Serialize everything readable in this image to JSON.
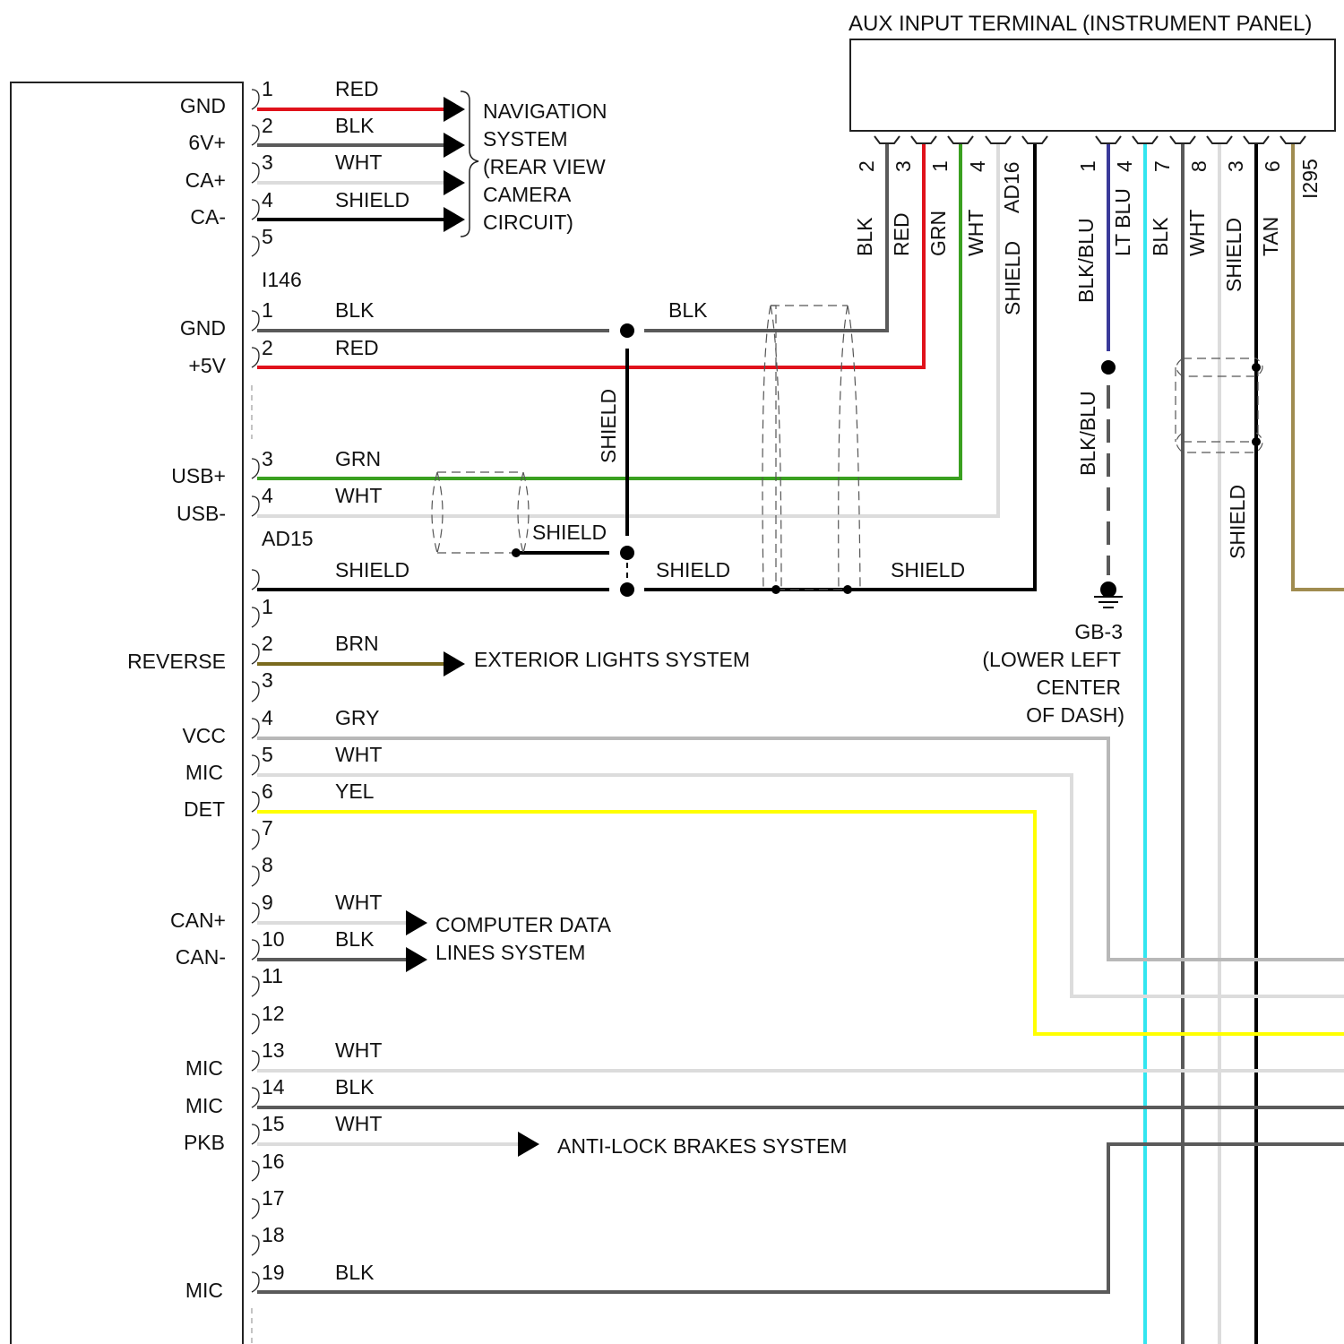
{
  "colors": {
    "RED": "#e0121b",
    "BLK": "#000000",
    "BLKMID": "#5a5a5a",
    "WHT": "#dcdcdc",
    "GRN": "#3aa020",
    "GRY": "#b8b8b8",
    "YEL": "#ffff00",
    "BRN": "#7a6a1e",
    "BLKBLU": "#3a3a9a",
    "LTBLU": "#33e6f0",
    "TAN": "#a08c50"
  },
  "icons": {
    "arrow": "arrow-head-icon",
    "ground": "ground-symbol-icon",
    "splice": "splice-dot-icon"
  },
  "aux": {
    "title": "AUX INPUT TERMINAL (INSTRUMENT PANEL)",
    "conn_left": "AD16",
    "conn_right": "I295",
    "wires": [
      {
        "pin": "2",
        "color": "BLK"
      },
      {
        "pin": "3",
        "color": "RED"
      },
      {
        "pin": "1",
        "color": "GRN"
      },
      {
        "pin": "4",
        "color": "WHT"
      },
      {
        "pin": "",
        "color": "SHIELD"
      },
      {
        "pin": "1",
        "color": "BLK/BLU"
      },
      {
        "pin": "4",
        "color": "LT BLU"
      },
      {
        "pin": "7",
        "color": "BLK"
      },
      {
        "pin": "8",
        "color": "WHT"
      },
      {
        "pin": "3",
        "color": "SHIELD"
      },
      {
        "pin": "6",
        "color": "TAN"
      }
    ]
  },
  "left_labels": [
    "GND",
    "6V+",
    "CA+",
    "CA-",
    "GND",
    "+5V",
    "USB+",
    "USB-",
    "REVERSE",
    "VCC",
    "MIC",
    "DET",
    "CAN+",
    "CAN-",
    "MIC",
    "MIC",
    "PKB",
    "MIC"
  ],
  "connectors": {
    "top": "I146",
    "mid": "AD15"
  },
  "top_pins": [
    {
      "pin": "1",
      "color": "RED"
    },
    {
      "pin": "2",
      "color": "BLK"
    },
    {
      "pin": "3",
      "color": "WHT"
    },
    {
      "pin": "4",
      "color": "SHIELD"
    },
    {
      "pin": "5",
      "color": ""
    }
  ],
  "nav_system": [
    "NAVIGATION",
    "SYSTEM",
    "(REAR VIEW",
    "CAMERA",
    "CIRCUIT)"
  ],
  "mid_pins": [
    {
      "pin": "1",
      "color": "BLK"
    },
    {
      "pin": "2",
      "color": "RED"
    },
    {
      "pin": "3",
      "color": "GRN"
    },
    {
      "pin": "4",
      "color": "WHT"
    }
  ],
  "shield_labels": {
    "ad15": "SHIELD",
    "usb_shield": "SHIELD",
    "vertical": "SHIELD",
    "run_mid": "SHIELD",
    "run_right": "SHIELD",
    "blk_run": "BLK",
    "i295_lower": "SHIELD"
  },
  "bottom_pins": [
    {
      "pin": "1",
      "color": ""
    },
    {
      "pin": "2",
      "color": "BRN"
    },
    {
      "pin": "3",
      "color": ""
    },
    {
      "pin": "4",
      "color": "GRY"
    },
    {
      "pin": "5",
      "color": "WHT"
    },
    {
      "pin": "6",
      "color": "YEL"
    },
    {
      "pin": "7",
      "color": ""
    },
    {
      "pin": "8",
      "color": ""
    },
    {
      "pin": "9",
      "color": "WHT"
    },
    {
      "pin": "10",
      "color": "BLK"
    },
    {
      "pin": "11",
      "color": ""
    },
    {
      "pin": "12",
      "color": ""
    },
    {
      "pin": "13",
      "color": "WHT"
    },
    {
      "pin": "14",
      "color": "BLK"
    },
    {
      "pin": "15",
      "color": "WHT"
    },
    {
      "pin": "16",
      "color": ""
    },
    {
      "pin": "17",
      "color": ""
    },
    {
      "pin": "18",
      "color": ""
    },
    {
      "pin": "19",
      "color": "BLK"
    }
  ],
  "exterior_lights": "EXTERIOR LIGHTS SYSTEM",
  "computer_data": [
    "COMPUTER DATA",
    "LINES SYSTEM"
  ],
  "antilock": "ANTI-LOCK BRAKES SYSTEM",
  "ground": {
    "wire": "BLK/BLU",
    "name": "GB-3",
    "location": [
      "(LOWER LEFT",
      "CENTER",
      "OF DASH)"
    ]
  }
}
